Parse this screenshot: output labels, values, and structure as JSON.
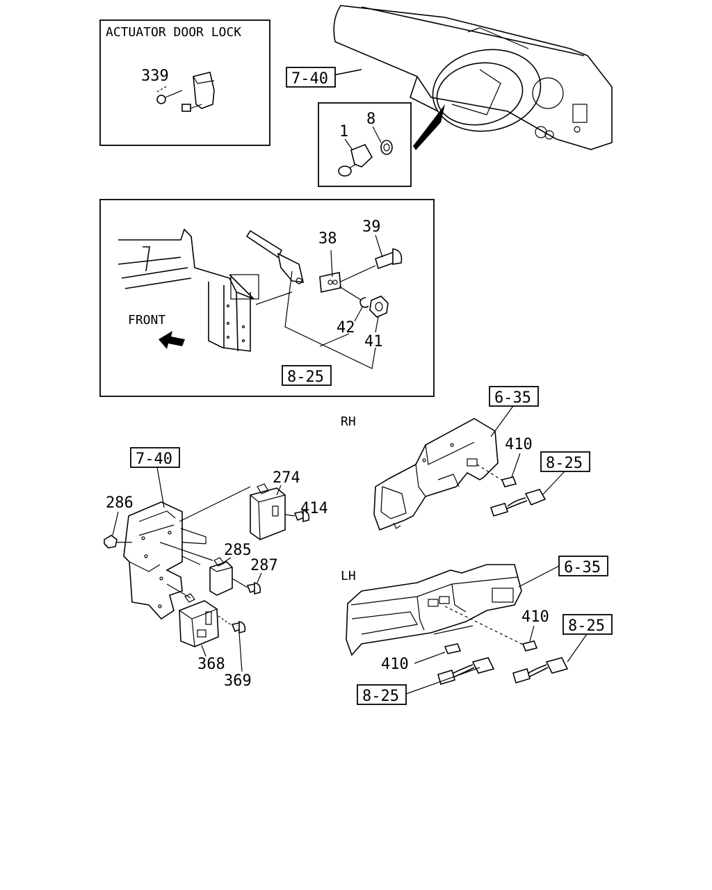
{
  "panels": {
    "actuator_title": "ACTUATOR DOOR LOCK"
  },
  "refs": {
    "dash_top": "7-40",
    "stoplamp": "8-25",
    "cluster_rh": "6-35",
    "rh_conn": "8-25",
    "relay_bracket": "7-40",
    "cluster_lh": "6-35",
    "lh_conn_right": "8-25",
    "lh_conn_left": "8-25"
  },
  "side_labels": {
    "rh": "RH",
    "lh": "LH",
    "front": "FRONT"
  },
  "callouts": {
    "p339": "339",
    "p1": "1",
    "p8": "8",
    "p38": "38",
    "p39": "39",
    "p42": "42",
    "p41": "41",
    "p274": "274",
    "p414": "414",
    "p286": "286",
    "p285": "285",
    "p287": "287",
    "p368": "368",
    "p369": "369",
    "p410_rh": "410",
    "p410_lh_right": "410",
    "p410_lh_left": "410"
  }
}
